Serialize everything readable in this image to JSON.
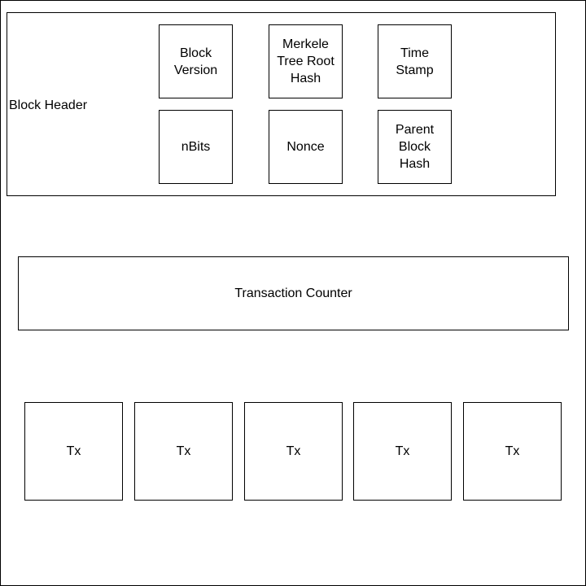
{
  "header": {
    "label": "Block Header",
    "fields": [
      "Block\nVersion",
      "Merkele\nTree Root\nHash",
      "Time\nStamp",
      "nBits",
      "Nonce",
      "Parent\nBlock\nHash"
    ]
  },
  "counter": {
    "label": "Transaction Counter"
  },
  "transactions": [
    "Tx",
    "Tx",
    "Tx",
    "Tx",
    "Tx"
  ]
}
